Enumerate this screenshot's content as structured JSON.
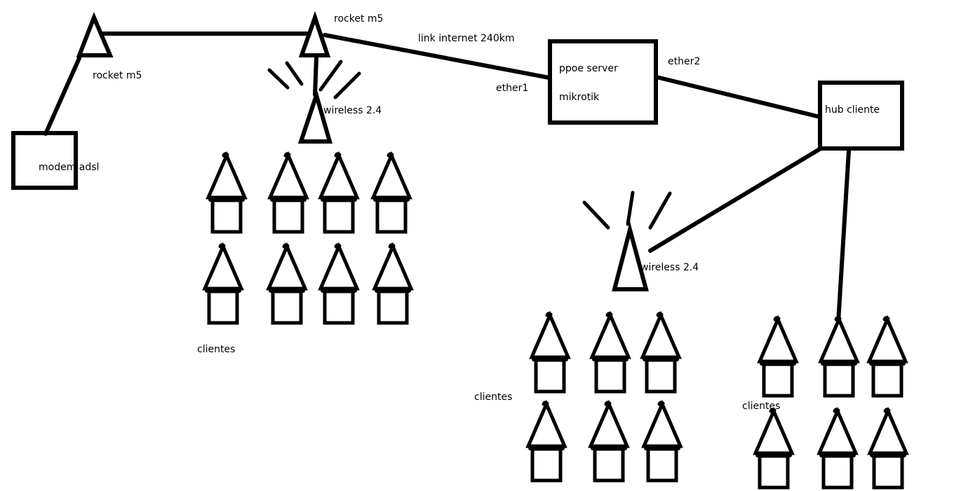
{
  "diagram": {
    "type": "network-topology-sketch",
    "nodes": {
      "rocket_left": {
        "label": "rocket m5",
        "kind": "antenna"
      },
      "rocket_right": {
        "label": "rocket m5",
        "kind": "antenna"
      },
      "modem": {
        "label": "modem adsl",
        "kind": "box"
      },
      "wireless_left": {
        "label": "wireless 2.4",
        "kind": "antenna"
      },
      "pppoe": {
        "label_line1": "ppoe server",
        "label_line2": "mikrotik",
        "kind": "box"
      },
      "hub": {
        "label": "hub cliente",
        "kind": "box"
      },
      "wireless_right": {
        "label": "wireless 2.4",
        "kind": "antenna"
      }
    },
    "links": {
      "internet": {
        "label": "link internet 240km"
      },
      "ether1": {
        "label": "ether1"
      },
      "ether2": {
        "label": "ether2"
      }
    },
    "client_groups": [
      {
        "label": "clientes",
        "count": 8,
        "rows": 2,
        "cols": 4
      },
      {
        "label": "clientes",
        "count": 6,
        "rows": 2,
        "cols": 3
      },
      {
        "label": "clientes",
        "count": 6,
        "rows": 2,
        "cols": 3
      }
    ],
    "colors": {
      "stroke": "#000000",
      "background": "#ffffff"
    }
  }
}
